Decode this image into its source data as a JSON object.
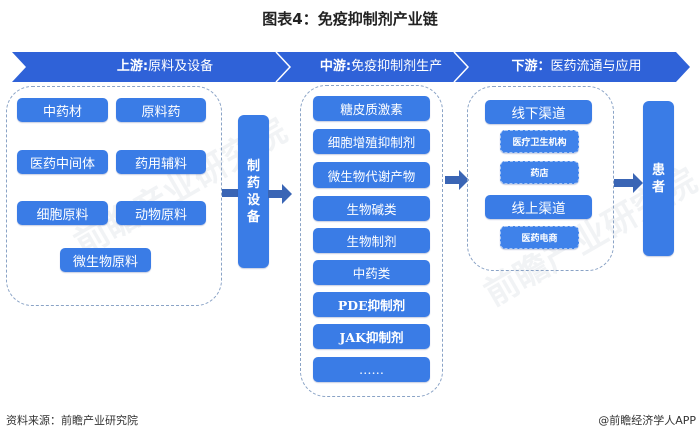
{
  "title": "图表4：免疫抑制剂产业链",
  "banner": {
    "upstream": {
      "prefix": "上游:",
      "text": "原料及设备"
    },
    "midstream": {
      "prefix": "中游:",
      "text": "免疫抑制剂生产"
    },
    "downstream": {
      "prefix": "下游：",
      "text": "医药流通与应用"
    }
  },
  "upstream": {
    "materials": [
      "中药材",
      "原料药",
      "医药中间体",
      "药用辅料",
      "细胞原料",
      "动物原料",
      "微生物原料"
    ],
    "equipment": [
      "制",
      "药",
      "设",
      "备"
    ]
  },
  "midstream": {
    "products": [
      "糖皮质激素",
      "细胞增殖抑制剂",
      "微生物代谢产物",
      "生物碱类",
      "生物制剂",
      "中药类",
      "PDE抑制剂",
      "JAK抑制剂",
      "……"
    ]
  },
  "downstream": {
    "offline_channel": "线下渠道",
    "offline_items": [
      "医疗卫生机构",
      "药店"
    ],
    "online_channel": "线上渠道",
    "online_items": [
      "医药电商"
    ],
    "endpoint": [
      "患",
      "者"
    ]
  },
  "colors": {
    "banner": "#2f62d8",
    "box": "#3a7ce6",
    "arrow": "#3a65b5",
    "dash": "#8aa3c6"
  },
  "footer": {
    "source": "资料来源：前瞻产业研究院",
    "credit": "@前瞻经济学人APP"
  },
  "watermark": "前瞻产业研究院"
}
